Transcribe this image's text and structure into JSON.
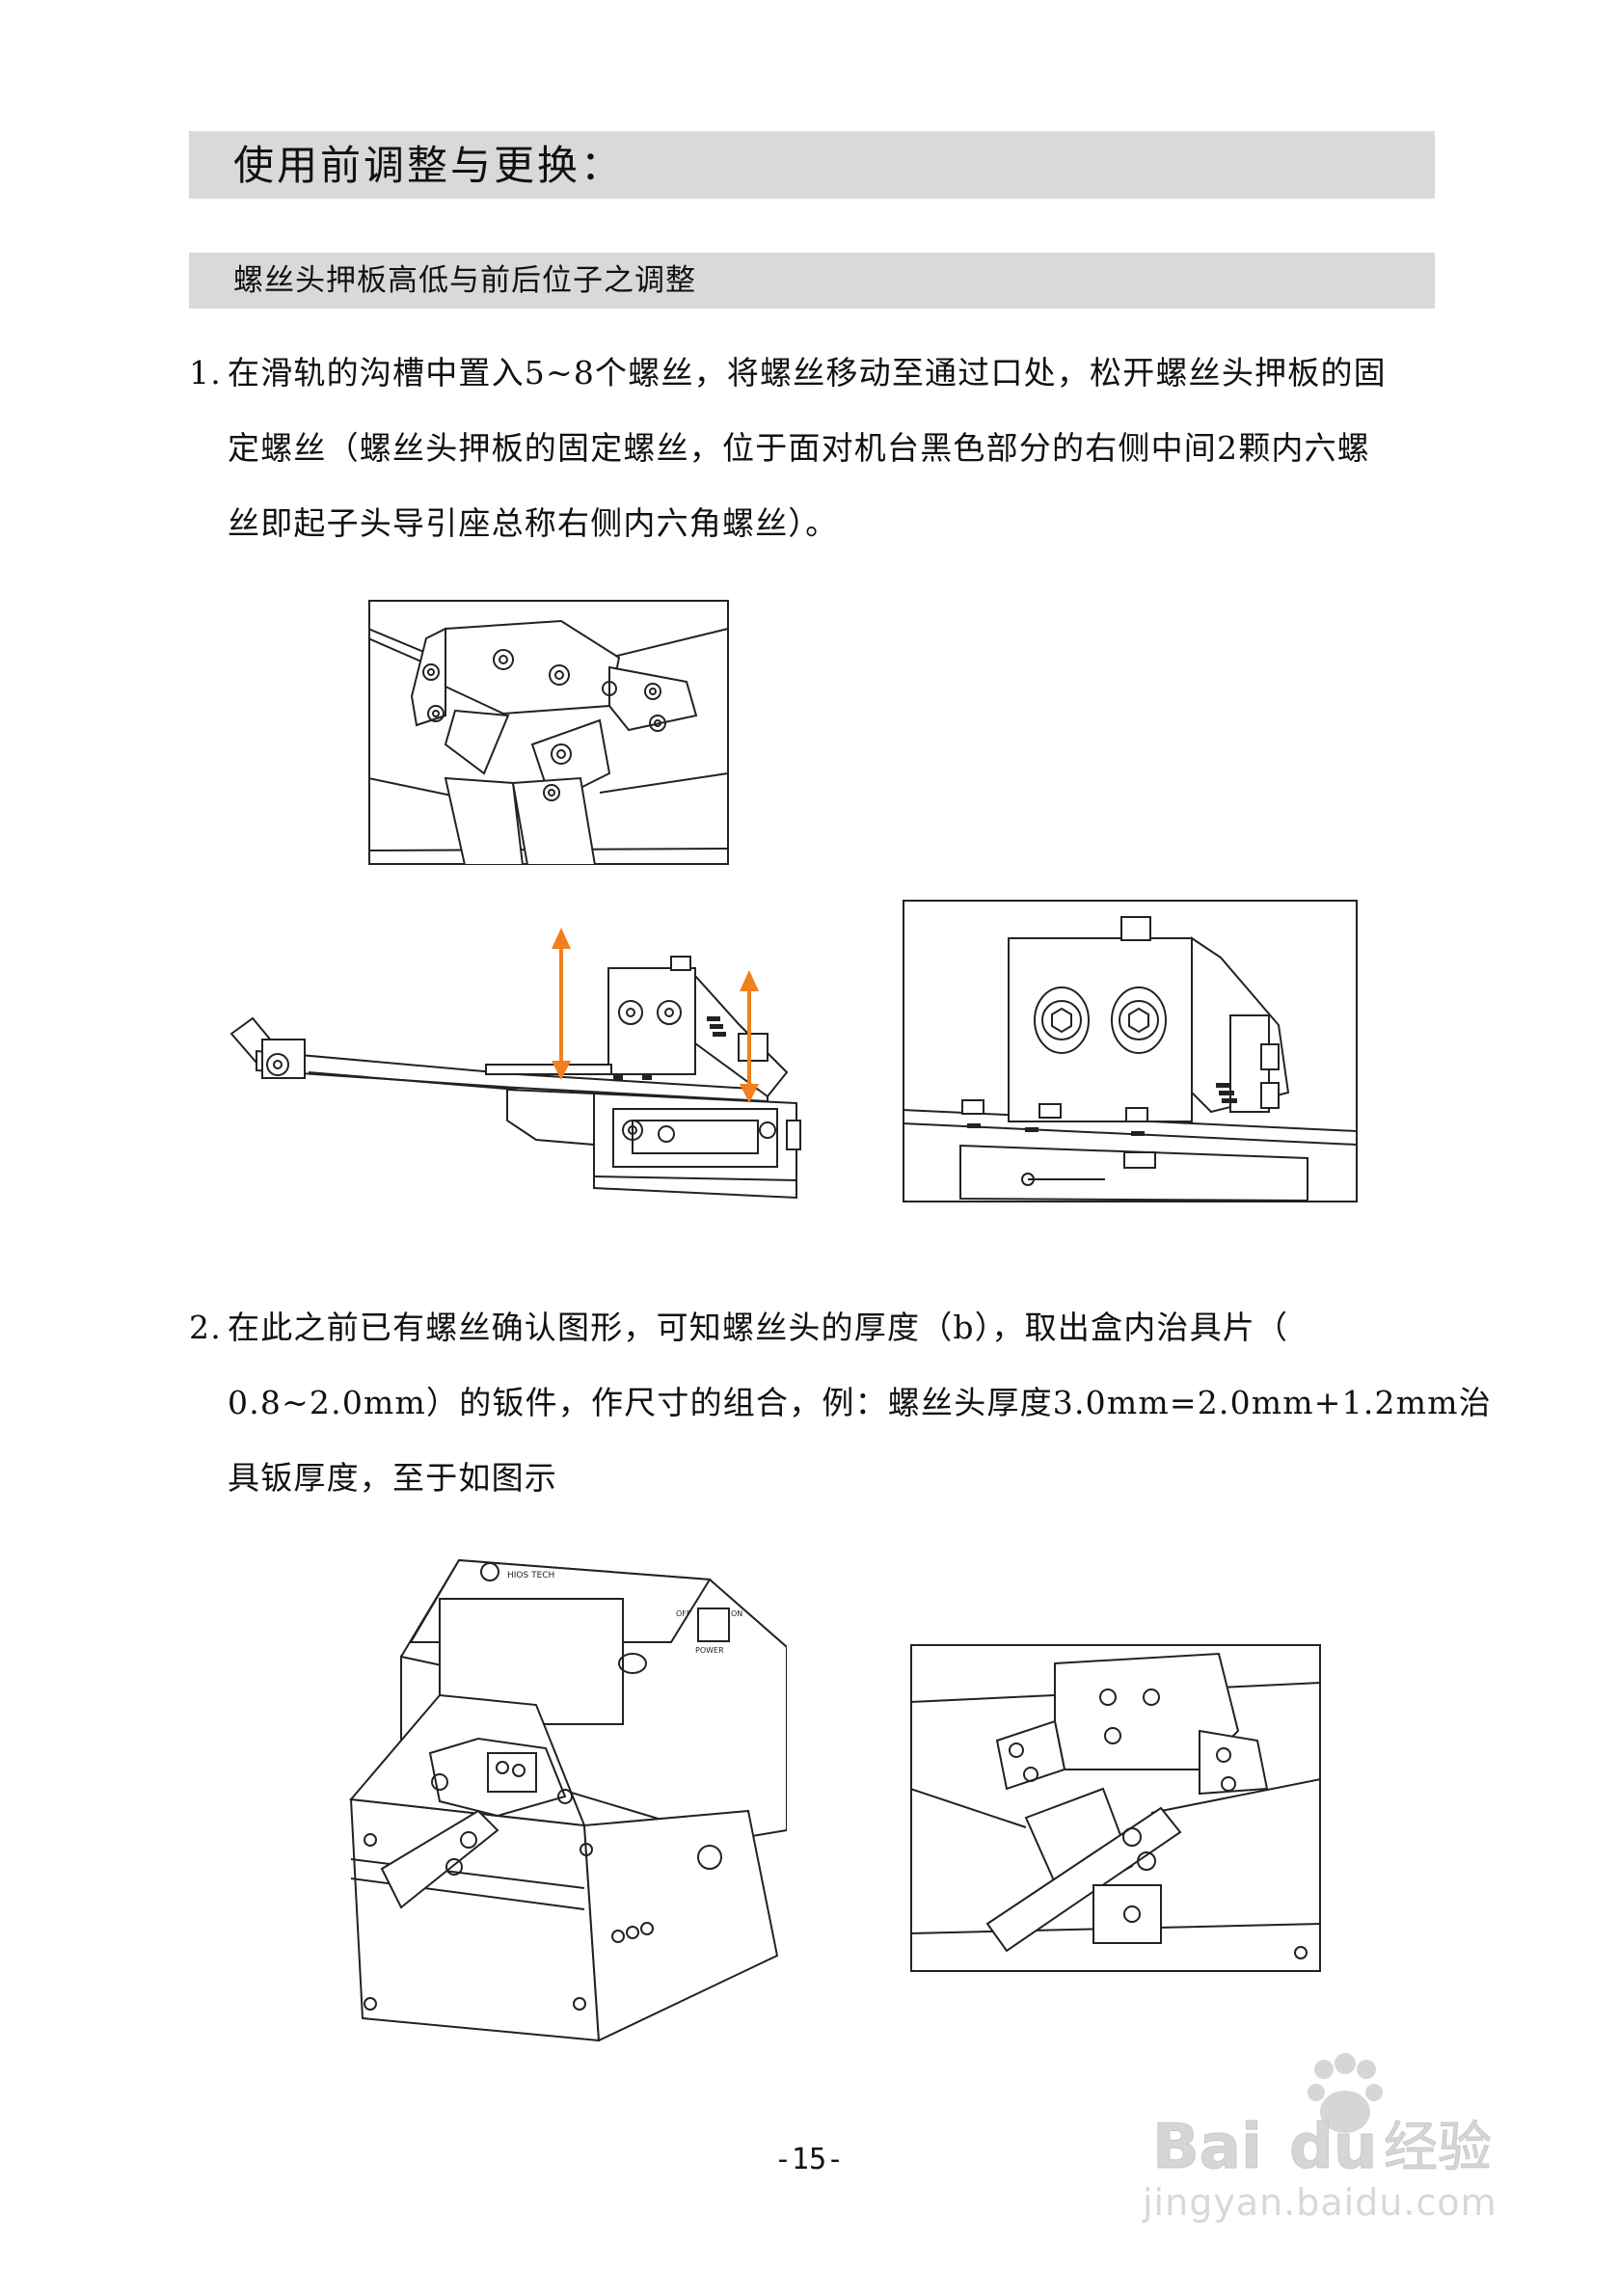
{
  "header": {
    "title": "使用前调整与更换："
  },
  "section": {
    "title": "螺丝头押板高低与前后位子之调整"
  },
  "step1": {
    "number": "1.",
    "lines": [
      "在滑轨的沟槽中置入5~8个螺丝，将螺丝移动至通过口处，松开螺丝头押板的固",
      "定螺丝（螺丝头押板的固定螺丝，位于面对机台黑色部分的右侧中间2颗内六螺",
      "丝即起子头导引座总称右侧内六角螺丝）。"
    ]
  },
  "step2": {
    "number": "2.",
    "lines": [
      "在此之前已有螺丝确认图形，可知螺丝头的厚度（b），取出盒内治具片（",
      "0.8~2.0mm）的钣件，作尺寸的组合，例：螺丝头厚度3.0mm=2.0mm+1.2mm治",
      "具钣厚度，至于如图示"
    ]
  },
  "figures": {
    "machine_labels": {
      "brand": "HIOS TECH",
      "switch_off": "OFF",
      "switch_on": "ON",
      "power": "POWER"
    }
  },
  "colors": {
    "arrow": "#f07f1e",
    "bar": "#d9d9d9"
  },
  "footer": {
    "page_number": "-15-"
  },
  "watermark": {
    "brand": "Bai",
    "brand2": "du",
    "product": "经验",
    "url": "jingyan.baidu.com"
  }
}
